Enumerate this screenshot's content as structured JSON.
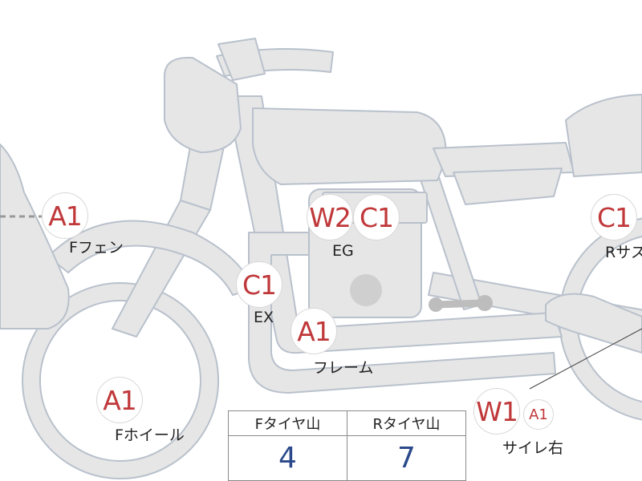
{
  "colors": {
    "body_fill": "#e6e6e6",
    "body_stroke": "#b9c1cc",
    "badge_text": "#c0383a",
    "value_text": "#2b4a8b",
    "engine_dot": "#cfcfcf"
  },
  "badges": {
    "front_fender": "A1",
    "engine_w": "W2",
    "engine_c": "C1",
    "exhaust": "C1",
    "frame": "A1",
    "rear_suspension": "C1",
    "front_wheel": "A1",
    "silencer_w": "W1",
    "silencer_a": "A1"
  },
  "labels": {
    "front_fender": "Fフェン",
    "engine": "EG",
    "exhaust": "EX",
    "frame": "フレーム",
    "rear_suspension": "Rサス",
    "front_wheel": "Fホイール",
    "silencer_right": "サイレ右"
  },
  "tread_table": {
    "front_header": "Fタイヤ山",
    "rear_header": "Rタイヤ山",
    "front_value": "4",
    "rear_value": "7"
  }
}
